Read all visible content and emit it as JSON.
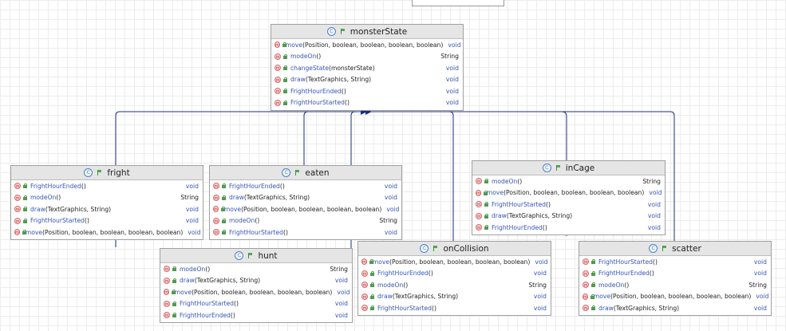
{
  "colors": {
    "connector": "#1a2e7d",
    "header": "#e5e5e5",
    "method_name": "#3656b4"
  },
  "classes": {
    "monsterState": {
      "name": "monsterState",
      "methods": [
        {
          "name": "move",
          "sig": "(Position, boolean, boolean, boolean, boolean)",
          "type": "void"
        },
        {
          "name": "modeOn",
          "sig": "()",
          "type": "String"
        },
        {
          "name": "changeState",
          "sig": "(monsterState)",
          "type": "void"
        },
        {
          "name": "draw",
          "sig": "(TextGraphics, String)",
          "type": "void"
        },
        {
          "name": "FrightHourEnded",
          "sig": "()",
          "type": "void"
        },
        {
          "name": "FrightHourStarted",
          "sig": "()",
          "type": "void"
        }
      ]
    },
    "fright": {
      "name": "fright",
      "methods": [
        {
          "name": "FrightHourEnded",
          "sig": "()",
          "type": "void"
        },
        {
          "name": "modeOn",
          "sig": "()",
          "type": "String"
        },
        {
          "name": "draw",
          "sig": "(TextGraphics, String)",
          "type": "void"
        },
        {
          "name": "FrightHourStarted",
          "sig": "()",
          "type": "void"
        },
        {
          "name": "move",
          "sig": "(Position, boolean, boolean, boolean, boolean)",
          "type": "void"
        }
      ]
    },
    "eaten": {
      "name": "eaten",
      "methods": [
        {
          "name": "FrightHourEnded",
          "sig": "()",
          "type": "void"
        },
        {
          "name": "draw",
          "sig": "(TextGraphics, String)",
          "type": "void"
        },
        {
          "name": "move",
          "sig": "(Position, boolean, boolean, boolean, boolean)",
          "type": "void"
        },
        {
          "name": "modeOn",
          "sig": "()",
          "type": "String"
        },
        {
          "name": "FrightHourStarted",
          "sig": "()",
          "type": "void"
        }
      ]
    },
    "inCage": {
      "name": "inCage",
      "methods": [
        {
          "name": "modeOn",
          "sig": "()",
          "type": "String"
        },
        {
          "name": "move",
          "sig": "(Position, boolean, boolean, boolean, boolean)",
          "type": "void"
        },
        {
          "name": "FrightHourStarted",
          "sig": "()",
          "type": "void"
        },
        {
          "name": "draw",
          "sig": "(TextGraphics, String)",
          "type": "void"
        },
        {
          "name": "FrightHourEnded",
          "sig": "()",
          "type": "void"
        }
      ]
    },
    "hunt": {
      "name": "hunt",
      "methods": [
        {
          "name": "modeOn",
          "sig": "()",
          "type": "String"
        },
        {
          "name": "draw",
          "sig": "(TextGraphics, String)",
          "type": "void"
        },
        {
          "name": "move",
          "sig": "(Position, boolean, boolean, boolean, boolean)",
          "type": "void"
        },
        {
          "name": "FrightHourStarted",
          "sig": "()",
          "type": "void"
        },
        {
          "name": "FrightHourEnded",
          "sig": "()",
          "type": "void"
        }
      ]
    },
    "onCollision": {
      "name": "onCollision",
      "methods": [
        {
          "name": "move",
          "sig": "(Position, boolean, boolean, boolean, boolean)",
          "type": "void"
        },
        {
          "name": "FrightHourEnded",
          "sig": "()",
          "type": "void"
        },
        {
          "name": "modeOn",
          "sig": "()",
          "type": "String"
        },
        {
          "name": "draw",
          "sig": "(TextGraphics, String)",
          "type": "void"
        },
        {
          "name": "FrightHourStarted",
          "sig": "()",
          "type": "void"
        }
      ]
    },
    "scatter": {
      "name": "scatter",
      "methods": [
        {
          "name": "FrightHourStarted",
          "sig": "()",
          "type": "void"
        },
        {
          "name": "FrightHourEnded",
          "sig": "()",
          "type": "void"
        },
        {
          "name": "modeOn",
          "sig": "()",
          "type": "String"
        },
        {
          "name": "move",
          "sig": "(Position, boolean, boolean, boolean, boolean)",
          "type": "void"
        },
        {
          "name": "draw",
          "sig": "(TextGraphics, String)",
          "type": "void"
        }
      ]
    }
  }
}
